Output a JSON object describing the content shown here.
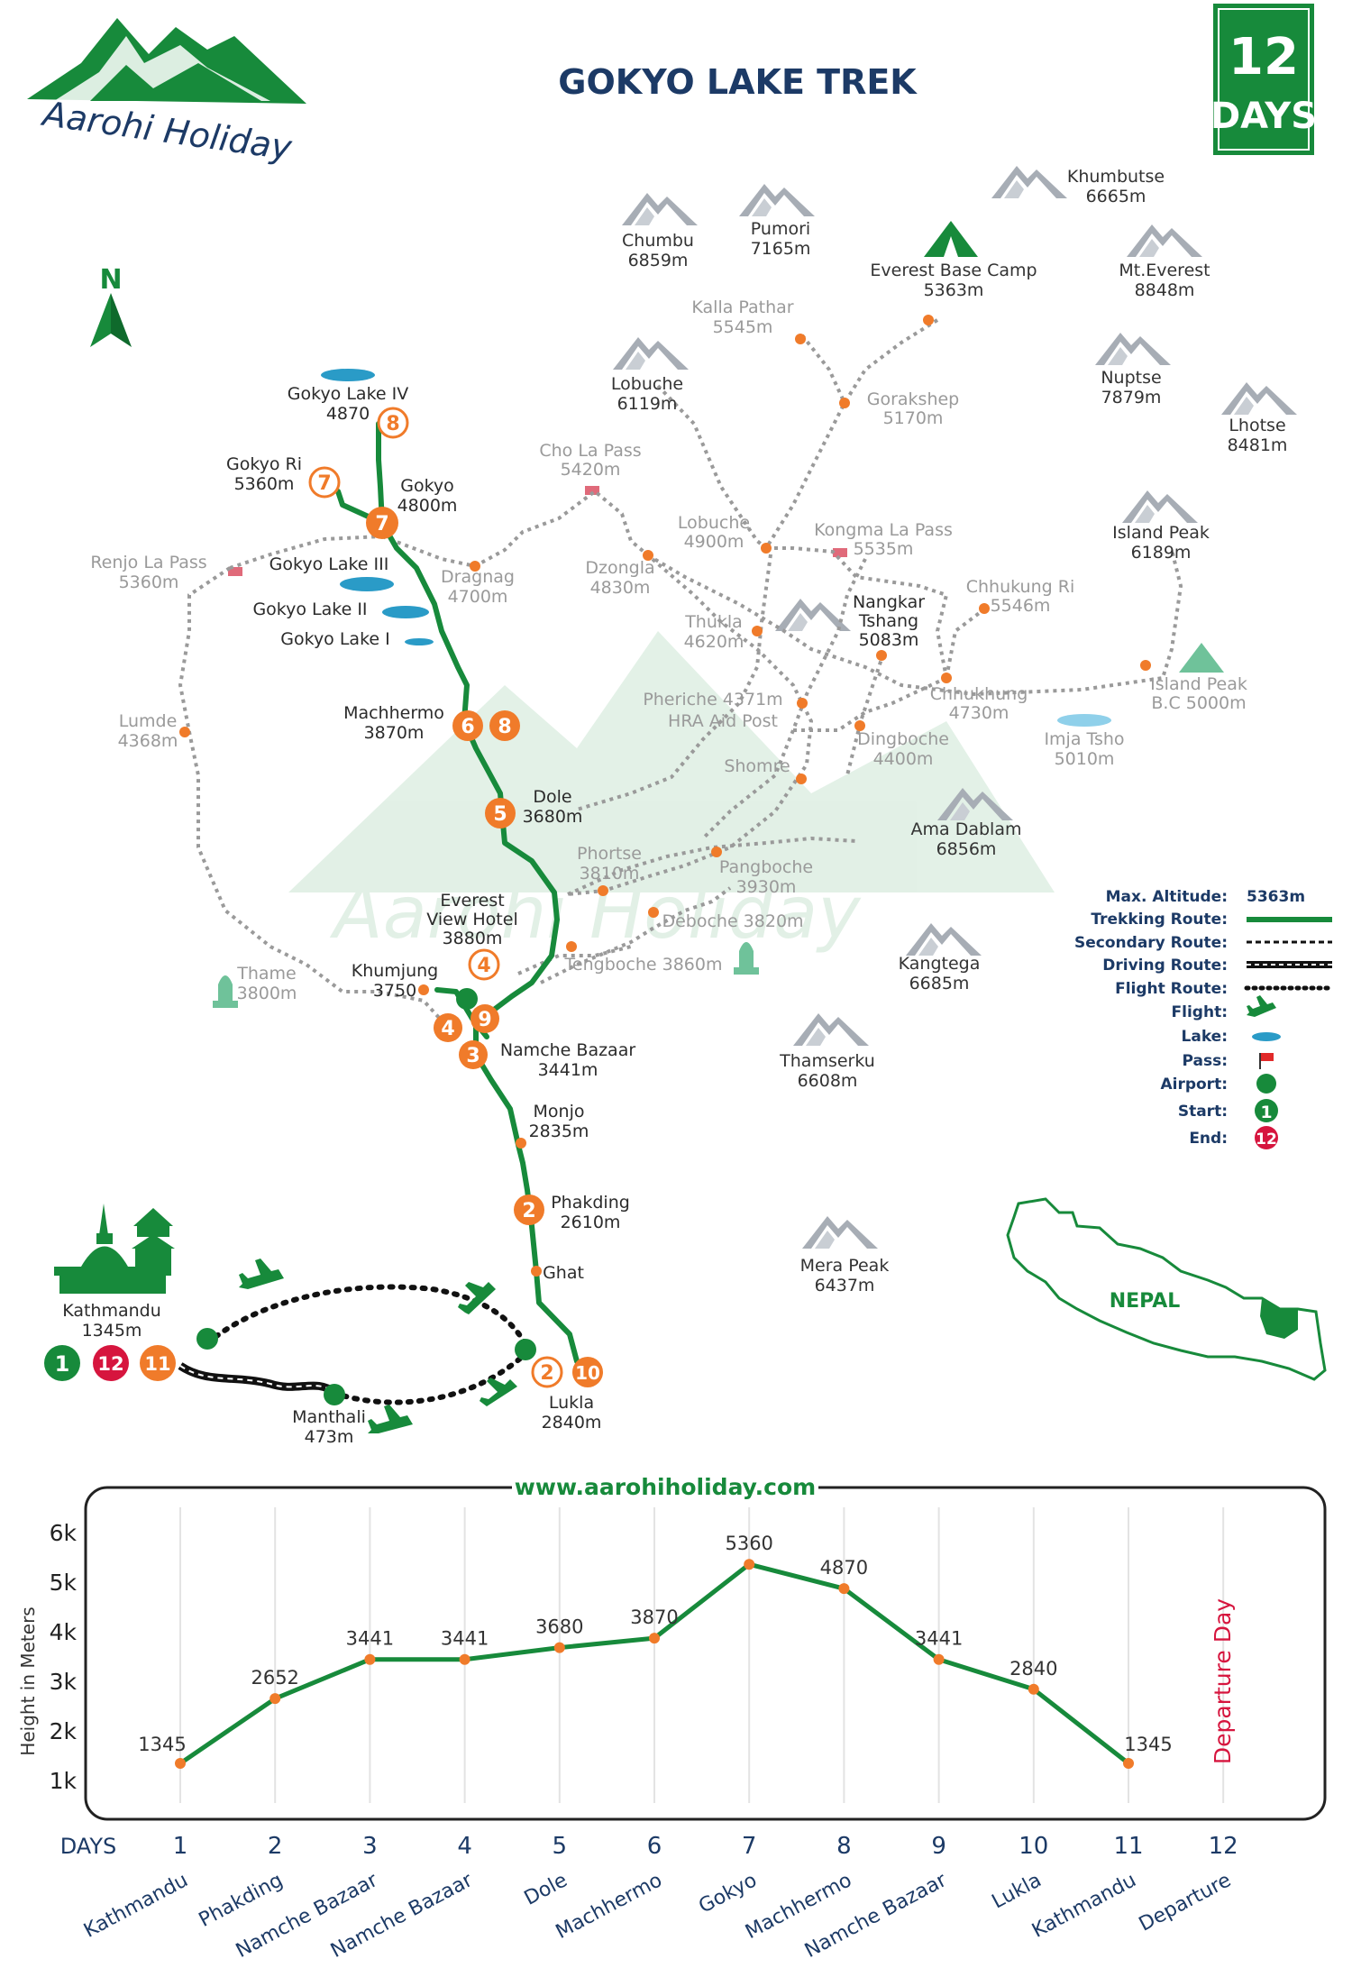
{
  "title": "GOKYO LAKE TREK",
  "badge": {
    "number": "12",
    "unit": "DAYS"
  },
  "logo": {
    "text": "Aarohi Holiday"
  },
  "north": "N",
  "colors": {
    "green": "#178a3b",
    "orange": "#f07b2a",
    "red": "#d6153e",
    "navy": "#1c3a66",
    "gray": "#9a9a9a",
    "lake": "#2a9bc7"
  },
  "mountains": [
    {
      "id": "chumbu",
      "name": "Chumbu",
      "alt": "6859m"
    },
    {
      "id": "pumori",
      "name": "Pumori",
      "alt": "7165m"
    },
    {
      "id": "khumbutse",
      "name": "Khumbutse",
      "alt": "6665m"
    },
    {
      "id": "everest",
      "name": "Mt.Everest",
      "alt": "8848m"
    },
    {
      "id": "lobuche-peak",
      "name": "Lobuche",
      "alt": "6119m"
    },
    {
      "id": "nuptse",
      "name": "Nuptse",
      "alt": "7879m"
    },
    {
      "id": "lhotse",
      "name": "Lhotse",
      "alt": "8481m"
    },
    {
      "id": "island-peak",
      "name": "Island Peak",
      "alt": "6189m"
    },
    {
      "id": "ama-dablam",
      "name": "Ama Dablam",
      "alt": "6856m"
    },
    {
      "id": "kangtega",
      "name": "Kangtega",
      "alt": "6685m"
    },
    {
      "id": "thamserku",
      "name": "Thamserku",
      "alt": "6608m"
    },
    {
      "id": "mera-peak",
      "name": "Mera Peak",
      "alt": "6437m"
    }
  ],
  "camps": [
    {
      "id": "ebc",
      "name": "Everest Base Camp",
      "alt": "5363m"
    },
    {
      "id": "ipbc",
      "name": "Island Peak",
      "alt": "B.C 5000m"
    }
  ],
  "places_trek": [
    {
      "id": "gokyo-lake-iv",
      "name": "Gokyo Lake IV",
      "alt": "4870"
    },
    {
      "id": "gokyo-ri",
      "name": "Gokyo Ri",
      "alt": "5360m"
    },
    {
      "id": "gokyo",
      "name": "Gokyo",
      "alt": "4800m"
    },
    {
      "id": "gokyo-lake-iii",
      "name": "Gokyo Lake III",
      "alt": ""
    },
    {
      "id": "gokyo-lake-ii",
      "name": "Gokyo Lake II",
      "alt": ""
    },
    {
      "id": "gokyo-lake-i",
      "name": "Gokyo Lake I",
      "alt": ""
    },
    {
      "id": "machhermo",
      "name": "Machhermo",
      "alt": "3870m"
    },
    {
      "id": "dole",
      "name": "Dole",
      "alt": "3680m"
    },
    {
      "id": "everest-view",
      "name": "Everest",
      "alt": "View Hotel",
      "alt2": "3880m"
    },
    {
      "id": "khumjung",
      "name": "Khumjung",
      "alt": "3750"
    },
    {
      "id": "namche",
      "name": "Namche Bazaar",
      "alt": "3441m"
    },
    {
      "id": "monjo",
      "name": "Monjo",
      "alt": "2835m"
    },
    {
      "id": "phakding",
      "name": "Phakding",
      "alt": "2610m"
    },
    {
      "id": "ghat",
      "name": "Ghat",
      "alt": ""
    },
    {
      "id": "lukla",
      "name": "Lukla",
      "alt": "2840m"
    },
    {
      "id": "kathmandu",
      "name": "Kathmandu",
      "alt": "1345m"
    },
    {
      "id": "manthali",
      "name": "Manthali",
      "alt": "473m"
    }
  ],
  "places_gray": [
    {
      "id": "kalla-pathar",
      "name": "Kalla Pathar",
      "alt": "5545m"
    },
    {
      "id": "gorakshep",
      "name": "Gorakshep",
      "alt": "5170m"
    },
    {
      "id": "cho-la",
      "name": "Cho La Pass",
      "alt": "5420m"
    },
    {
      "id": "renjo",
      "name": "Renjo La Pass",
      "alt": "5360m"
    },
    {
      "id": "dragnag",
      "name": "Dragnag",
      "alt": "4700m"
    },
    {
      "id": "dzongla",
      "name": "Dzongla",
      "alt": "4830m"
    },
    {
      "id": "lobuche",
      "name": "Lobuche",
      "alt": "4900m"
    },
    {
      "id": "kongma",
      "name": "Kongma La Pass",
      "alt": "5535m"
    },
    {
      "id": "chhukung-ri",
      "name": "Chhukung Ri",
      "alt": "5546m"
    },
    {
      "id": "thukla",
      "name": "Thukla",
      "alt": "4620m"
    },
    {
      "id": "nangkar",
      "name": "Nangkar",
      "alt": "Tshang",
      "alt2": "5083m"
    },
    {
      "id": "chhukhung",
      "name": "Chhukhung",
      "alt": "4730m"
    },
    {
      "id": "lumde",
      "name": "Lumde",
      "alt": "4368m"
    },
    {
      "id": "pheriche",
      "name": "Pheriche 4371m",
      "alt": "HRA Aid Post"
    },
    {
      "id": "dingboche",
      "name": "Dingboche",
      "alt": "4400m"
    },
    {
      "id": "imja",
      "name": "Imja Tsho",
      "alt": "5010m"
    },
    {
      "id": "shomre",
      "name": "Shomre",
      "alt": ""
    },
    {
      "id": "phortse",
      "name": "Phortse",
      "alt": "3810m"
    },
    {
      "id": "pangboche",
      "name": "Pangboche",
      "alt": "3930m"
    },
    {
      "id": "deboche",
      "name": "Deboche 3820m",
      "alt": ""
    },
    {
      "id": "tengboche",
      "name": "Tengboche 3860m",
      "alt": ""
    },
    {
      "id": "thame",
      "name": "Thame",
      "alt": "3800m"
    }
  ],
  "day_markers": [
    "1",
    "2",
    "3",
    "4",
    "4",
    "5",
    "6",
    "7",
    "7",
    "8",
    "8",
    "9",
    "10",
    "11",
    "12"
  ],
  "legend": [
    {
      "label": "Max. Altitude:",
      "value": "5363m"
    },
    {
      "label": "Trekking Route:"
    },
    {
      "label": "Secondary Route:"
    },
    {
      "label": "Driving Route:"
    },
    {
      "label": "Flight Route:"
    },
    {
      "label": "Flight:"
    },
    {
      "label": "Lake:"
    },
    {
      "label": "Pass:"
    },
    {
      "label": "Airport:"
    },
    {
      "label": "Start:",
      "marker": "1"
    },
    {
      "label": "End:",
      "marker": "12"
    }
  ],
  "nepal_label": "NEPAL",
  "website": "www.aarohiholiday.com",
  "chart_data": {
    "type": "line",
    "ylabel": "Height in Meters",
    "xlabel": "DAYS",
    "yticks": [
      "1k",
      "2k",
      "3k",
      "4k",
      "5k",
      "6k"
    ],
    "ylim": [
      1000,
      6000
    ],
    "x": [
      "1",
      "2",
      "3",
      "4",
      "5",
      "6",
      "7",
      "8",
      "9",
      "10",
      "11",
      "12"
    ],
    "categories": [
      "Kathmandu",
      "Phakding",
      "Namche Bazaar",
      "Namche Bazaar",
      "Dole",
      "Machhermo",
      "Gokyo",
      "Machhermo",
      "Namche Bazaar",
      "Lukla",
      "Kathmandu",
      "Departure"
    ],
    "values": [
      1345,
      2652,
      3441,
      3441,
      3680,
      3870,
      5360,
      4870,
      3441,
      2840,
      1345
    ],
    "value_labels": [
      "1345",
      "2652",
      "3441",
      "3441",
      "3680",
      "3870",
      "5360",
      "4870",
      "3441",
      "2840",
      "1345"
    ],
    "annotation": "Departure Day"
  }
}
